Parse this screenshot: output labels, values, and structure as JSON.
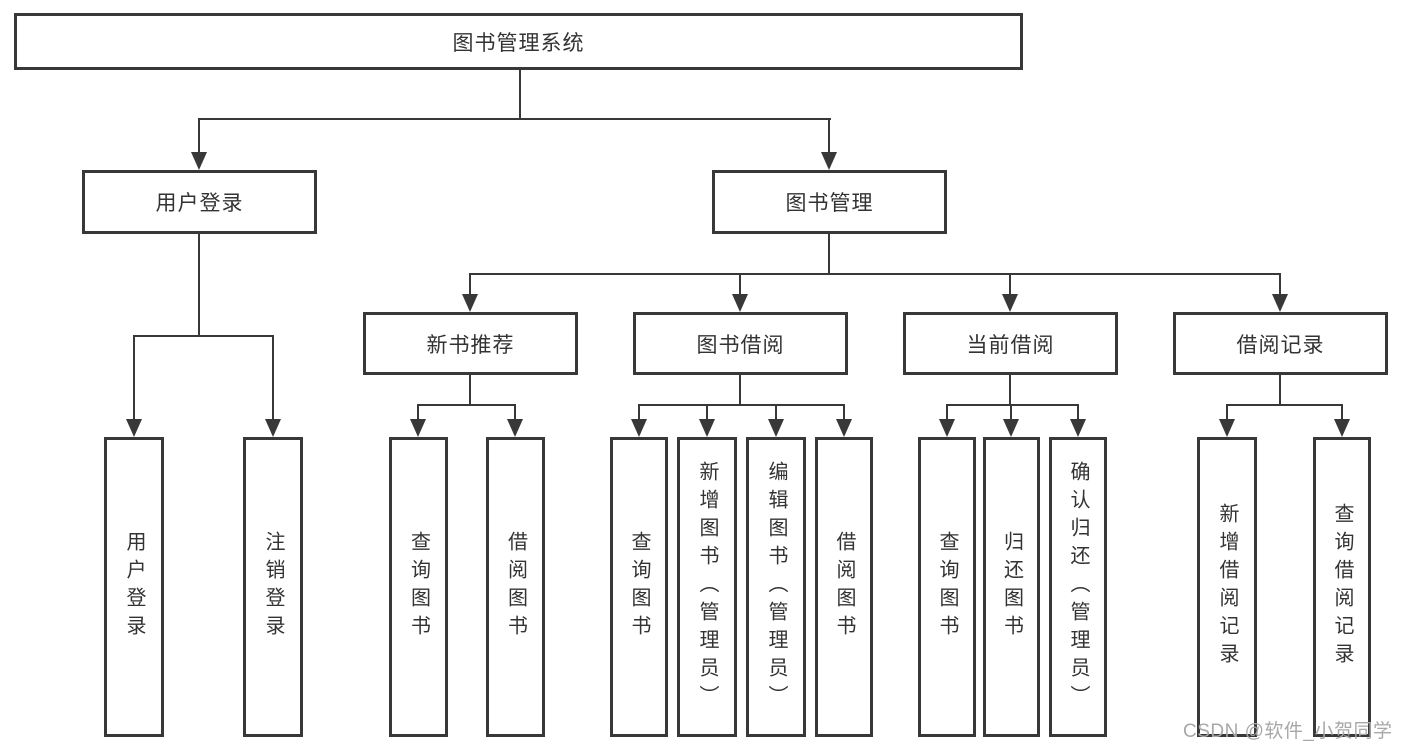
{
  "tree": {
    "root": "图书管理系统",
    "children": [
      {
        "label": "用户登录",
        "children": [
          "用户登录",
          "注销登录"
        ]
      },
      {
        "label": "图书管理",
        "children": [
          {
            "label": "新书推荐",
            "children": [
              "查询图书",
              "借阅图书"
            ]
          },
          {
            "label": "图书借阅",
            "children": [
              "查询图书",
              "新增图书（管理员）",
              "编辑图书（管理员）",
              "借阅图书"
            ]
          },
          {
            "label": "当前借阅",
            "children": [
              "查询图书",
              "归还图书",
              "确认归还（管理员）"
            ]
          },
          {
            "label": "借阅记录",
            "children": [
              "新增借阅记录",
              "查询借阅记录"
            ]
          }
        ]
      }
    ]
  },
  "watermark": "CSDN @软件_小贺同学",
  "colors": {
    "line": "#383838",
    "text": "#333333",
    "background": "#ffffff",
    "watermark": "#a8a8a8"
  }
}
